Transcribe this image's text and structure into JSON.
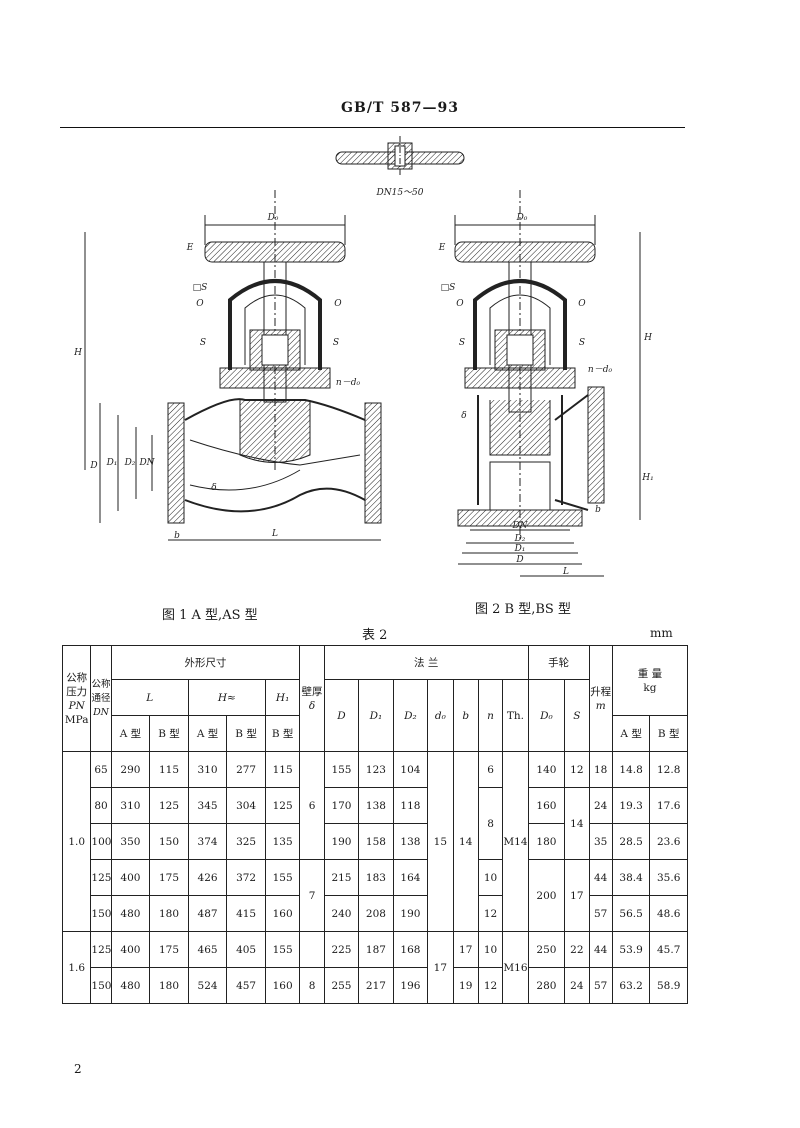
{
  "header": {
    "standard_code": "GB/T 587—93"
  },
  "figures": {
    "handwheel_note": "DN15～50",
    "fig1_caption": "图 1   A 型,AS 型",
    "fig2_caption": "图 2   B 型,BS 型",
    "fig1_labels": {
      "D0": "D₀",
      "E": "E",
      "sq_s": "□S",
      "O_left": "O",
      "O_right": "O",
      "S_left": "S",
      "S_right": "S",
      "H": "H",
      "n_d0": "n－d₀",
      "D": "D",
      "D1": "D₁",
      "D2": "D₂",
      "DN": "DN",
      "delta": "δ",
      "b": "b",
      "L": "L"
    },
    "fig2_labels": {
      "D0": "D₀",
      "E": "E",
      "sq_s": "□S",
      "O_left": "O",
      "O_right": "O",
      "S_left": "S",
      "S_right": "S",
      "H": "H",
      "n_d0": "n－d₀",
      "H1": "H₁",
      "delta": "δ",
      "b": "b",
      "DN": "DN",
      "D2": "D₂",
      "D1": "D₁",
      "D": "D",
      "L": "L"
    }
  },
  "table": {
    "title": "表 2",
    "unit": "mm",
    "headers": {
      "pn": "公称压力",
      "pn_sym": "PN",
      "pn_unit": "MPa",
      "dn": "公称通径",
      "dn_sym": "DN",
      "outline": "外形尺寸",
      "L": "L",
      "H": "H≈",
      "H1": "H₁",
      "wall": "壁厚",
      "wall_sym": "δ",
      "flange": "法          兰",
      "D": "D",
      "D1": "D₁",
      "D2": "D₂",
      "d0": "d₀",
      "b": "b",
      "n": "n",
      "th": "Th.",
      "wheel": "手轮",
      "D0": "D₀",
      "S": "S",
      "lift": "升程",
      "lift_unit": "m",
      "weight": "重  量",
      "weight_unit": "kg",
      "typeA": "A 型",
      "typeB": "B 型"
    },
    "pn_groups": [
      {
        "pn": "1.0",
        "wall": [
          "6",
          "7"
        ],
        "d0": "15",
        "b": "14",
        "th": "M14",
        "S_merged": "14"
      },
      {
        "pn": "1.6",
        "wall": [
          "8"
        ],
        "d0": "17",
        "b_values": [
          "17",
          "19"
        ],
        "th": "M16"
      }
    ],
    "rows": [
      {
        "dn": "65",
        "LA": "290",
        "LB": "115",
        "HA": "310",
        "HB": "277",
        "H1": "115",
        "D": "155",
        "D1": "123",
        "D2": "104",
        "n": "6",
        "D0": "140",
        "S": "12",
        "lift": "18",
        "WA": "14.8",
        "WB": "12.8"
      },
      {
        "dn": "80",
        "LA": "310",
        "LB": "125",
        "HA": "345",
        "HB": "304",
        "H1": "125",
        "D": "170",
        "D1": "138",
        "D2": "118",
        "n": "8",
        "D0": "160",
        "lift": "24",
        "WA": "19.3",
        "WB": "17.6"
      },
      {
        "dn": "100",
        "LA": "350",
        "LB": "150",
        "HA": "374",
        "HB": "325",
        "H1": "135",
        "D": "190",
        "D1": "158",
        "D2": "138",
        "D0": "180",
        "lift": "35",
        "WA": "28.5",
        "WB": "23.6"
      },
      {
        "dn": "125",
        "LA": "400",
        "LB": "175",
        "HA": "426",
        "HB": "372",
        "H1": "155",
        "D": "215",
        "D1": "183",
        "D2": "164",
        "n": "10",
        "D0": "200",
        "S": "17",
        "lift": "44",
        "WA": "38.4",
        "WB": "35.6"
      },
      {
        "dn": "150",
        "LA": "480",
        "LB": "180",
        "HA": "487",
        "HB": "415",
        "H1": "160",
        "D": "240",
        "D1": "208",
        "D2": "190",
        "n": "12",
        "lift": "57",
        "WA": "56.5",
        "WB": "48.6"
      },
      {
        "dn": "125",
        "LA": "400",
        "LB": "175",
        "HA": "465",
        "HB": "405",
        "H1": "155",
        "D": "225",
        "D1": "187",
        "D2": "168",
        "n": "10",
        "D0": "250",
        "S": "22",
        "lift": "44",
        "WA": "53.9",
        "WB": "45.7"
      },
      {
        "dn": "150",
        "LA": "480",
        "LB": "180",
        "HA": "524",
        "HB": "457",
        "H1": "160",
        "D": "255",
        "D1": "217",
        "D2": "196",
        "n": "12",
        "D0": "280",
        "S": "24",
        "lift": "57",
        "WA": "63.2",
        "WB": "58.9"
      }
    ]
  },
  "footer": {
    "page_number": "2"
  }
}
